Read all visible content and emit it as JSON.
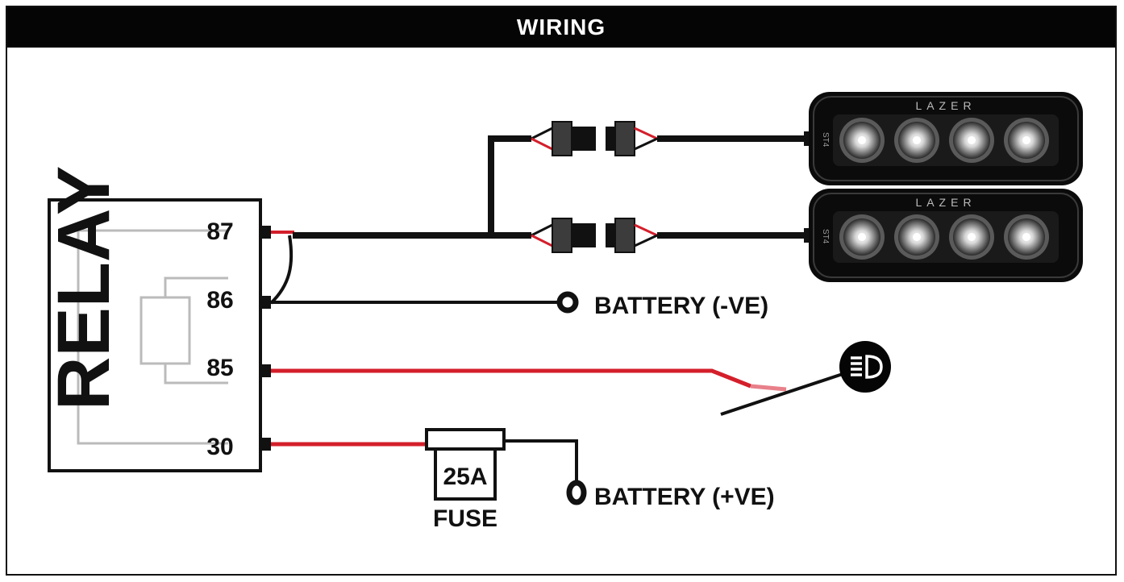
{
  "header": {
    "title": "WIRING"
  },
  "relay": {
    "label": "RELAY",
    "pins": [
      "87",
      "86",
      "85",
      "30"
    ]
  },
  "battery_negative": {
    "label": "BATTERY (-VE)"
  },
  "battery_positive": {
    "label": "BATTERY (+VE)"
  },
  "fuse": {
    "rating": "25A",
    "label": "FUSE"
  },
  "lamps": [
    {
      "brand": "LAZER",
      "side_mark": "ST4"
    },
    {
      "brand": "LAZER",
      "side_mark": "ST4"
    }
  ],
  "switch_icon": "headlight-beam-icon",
  "colors": {
    "wire_black": "#111111",
    "wire_red": "#d41f2b",
    "relay_internal": "#bbbbbb",
    "header_bg": "#050505"
  }
}
